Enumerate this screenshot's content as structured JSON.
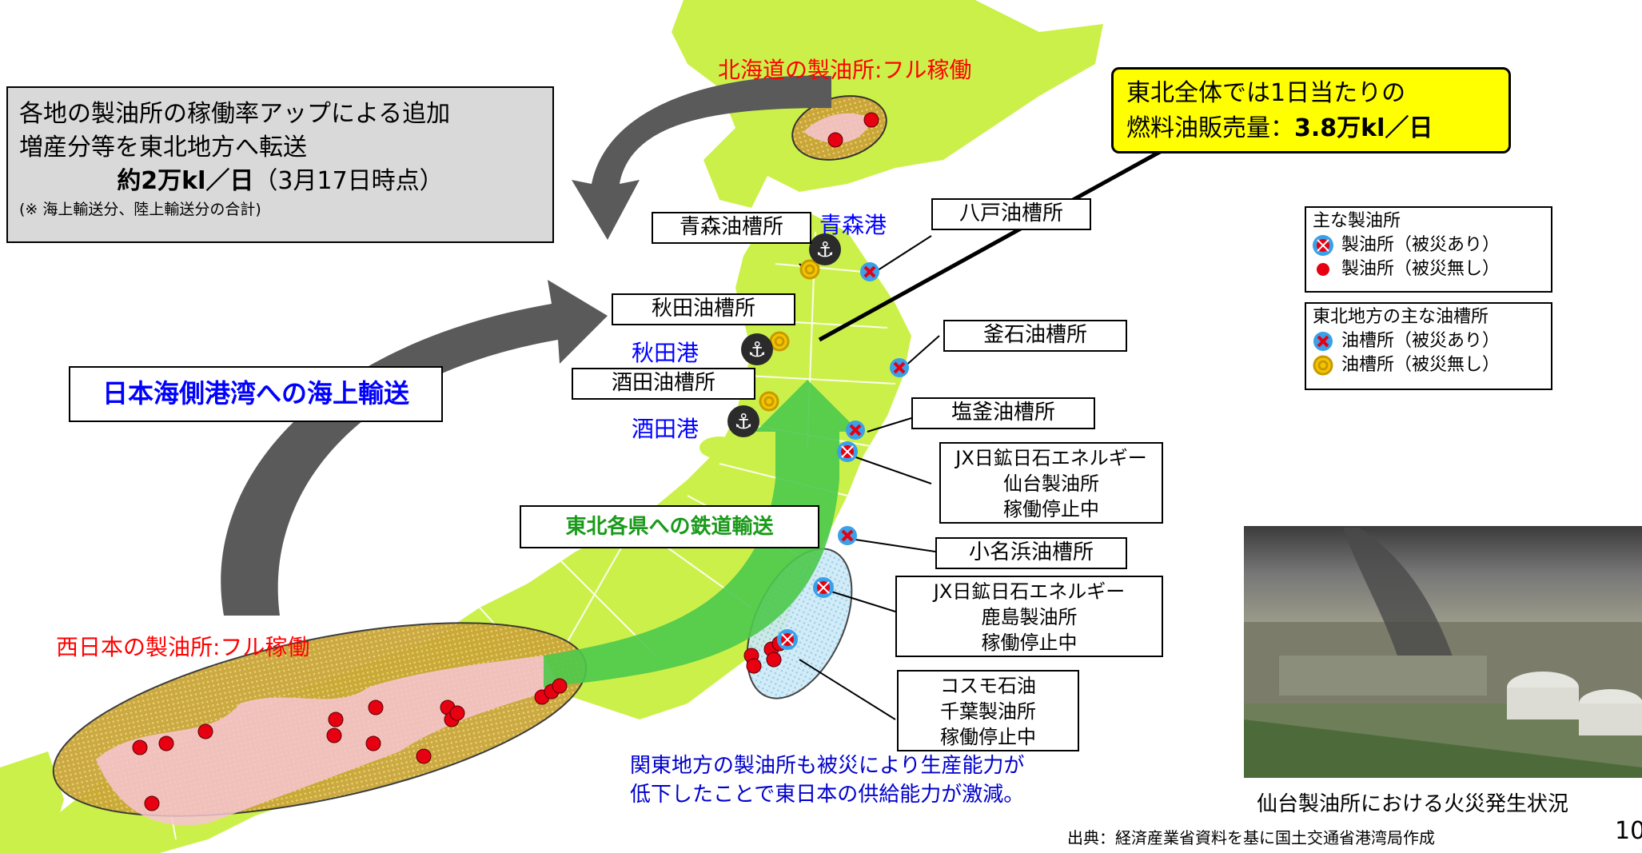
{
  "colors": {
    "land": "#ccf04a",
    "sea": "#ffffff",
    "region_fill": "#b89a1e",
    "pink": "#f7c6d2",
    "refinery": "#e60012",
    "damaged_ring": "#3aa0e8",
    "depot_ok": "#f5c400",
    "callout": "#ffff00",
    "arrow_gray": "#5a5a5a",
    "arrow_green": "#4cc94c"
  },
  "top_left_box": {
    "line1": "各地の製油所の稼働率アップによる追加",
    "line2": "増産分等を東北地方へ転送",
    "amount": "約2万kl／日",
    "amount_date": "（3月17日時点）",
    "note": "(※ 海上輸送分、陸上輸送分の合計)"
  },
  "callout": {
    "line1": "東北全体では1日当たりの",
    "line2_prefix": "燃料油販売量：",
    "line2_value": "3.8万kl／日"
  },
  "hokkaido_label": "北海道の製油所:フル稼働",
  "west_japan_label": "西日本の製油所:フル稼働",
  "sea_transport_label": "日本海側港湾への海上輸送",
  "rail_transport_label": "東北各県への鉄道輸送",
  "ports": {
    "aomori": "青森港",
    "akita": "秋田港",
    "sakata": "酒田港"
  },
  "depots": {
    "aomori": "青森油槽所",
    "akita": "秋田油槽所",
    "sakata": "酒田油槽所",
    "hachinohe": "八戸油槽所",
    "kamaishi": "釜石油槽所",
    "shiogama": "塩釜油槽所",
    "onahama": "小名浜油槽所"
  },
  "refinery_boxes": {
    "sendai": [
      "JX日鉱日石エネルギー",
      "仙台製油所",
      "稼働停止中"
    ],
    "kashima": [
      "JX日鉱日石エネルギー",
      "鹿島製油所",
      "稼働停止中"
    ],
    "chiba": [
      "コスモ石油",
      "千葉製油所",
      "稼働停止中"
    ]
  },
  "legend_refinery": {
    "title": "主な製油所",
    "damaged": "製油所（被災あり）",
    "ok": "製油所（被災無し）"
  },
  "legend_depot": {
    "title": "東北地方の主な油槽所",
    "damaged": "油槽所（被災あり）",
    "ok": "油槽所（被災無し）"
  },
  "kanto_note": {
    "line1": "関東地方の製油所も被災により生産能力が",
    "line2": "低下したことで東日本の供給能力が激減。"
  },
  "photo_caption": "仙台製油所における火災発生状況",
  "source": "出典：経済産業省資料を基に国土交通省港湾局作成",
  "page_number": "10"
}
